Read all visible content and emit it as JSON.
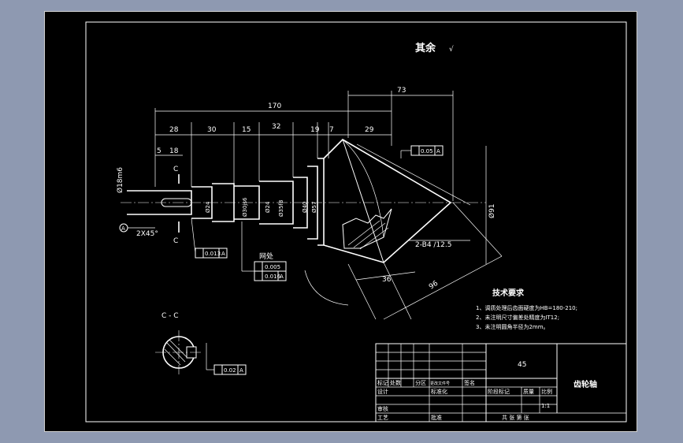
{
  "drawing": {
    "surface_roughness_note": "其余",
    "surface_roughness_symbol": "√",
    "section_label": "C - C",
    "section_mark": "C",
    "datum": "A",
    "pitch_label": "网处",
    "gear_teeth_note": "2-B4 /12.5",
    "dims": {
      "total_length": "170",
      "d73": "73",
      "d28": "28",
      "d30": "30",
      "d15": "15",
      "d32": "32",
      "d19": "19",
      "d7": "7",
      "d29": "29",
      "d5": "5",
      "d18": "18",
      "d36": "36",
      "d96": "96",
      "chamfer": "2X45°",
      "phi18": "Ø18m6",
      "phi24a": "Ø24",
      "phi30": "Ø30js6",
      "phi24b": "Ø24",
      "phi35": "Ø35f8",
      "phi40": "Ø40",
      "phi57": "Ø57",
      "phi91": "Ø91"
    },
    "tolerances": {
      "t1": "0.013",
      "t2": "0.005",
      "t3": "0.016",
      "t4": "0.02",
      "t5": "0.05"
    }
  },
  "notes": {
    "title": "技术要求",
    "items": [
      "1、调质处理后齿面硬度为HB=180-210;",
      "2、未注明尺寸偏差处精度为IT12;",
      "3、未注明圆角半径为2mm。"
    ]
  },
  "title_block": {
    "material": "45",
    "part_name": "齿轮轴",
    "scale": "1:1",
    "mark": "标记",
    "qty": "处数",
    "zone": "分区",
    "change_doc": "更改文件号",
    "sign": "签名",
    "design": "设计",
    "standard": "标准化",
    "stage": "阶段标记",
    "mass": "质量",
    "ratio": "比例",
    "review": "审核",
    "process": "工艺",
    "approve": "批准",
    "sheets": "共  张  第  张"
  },
  "colors": {
    "background": "#8e99b1",
    "paper": "#000000",
    "ink": "#ffffff"
  }
}
